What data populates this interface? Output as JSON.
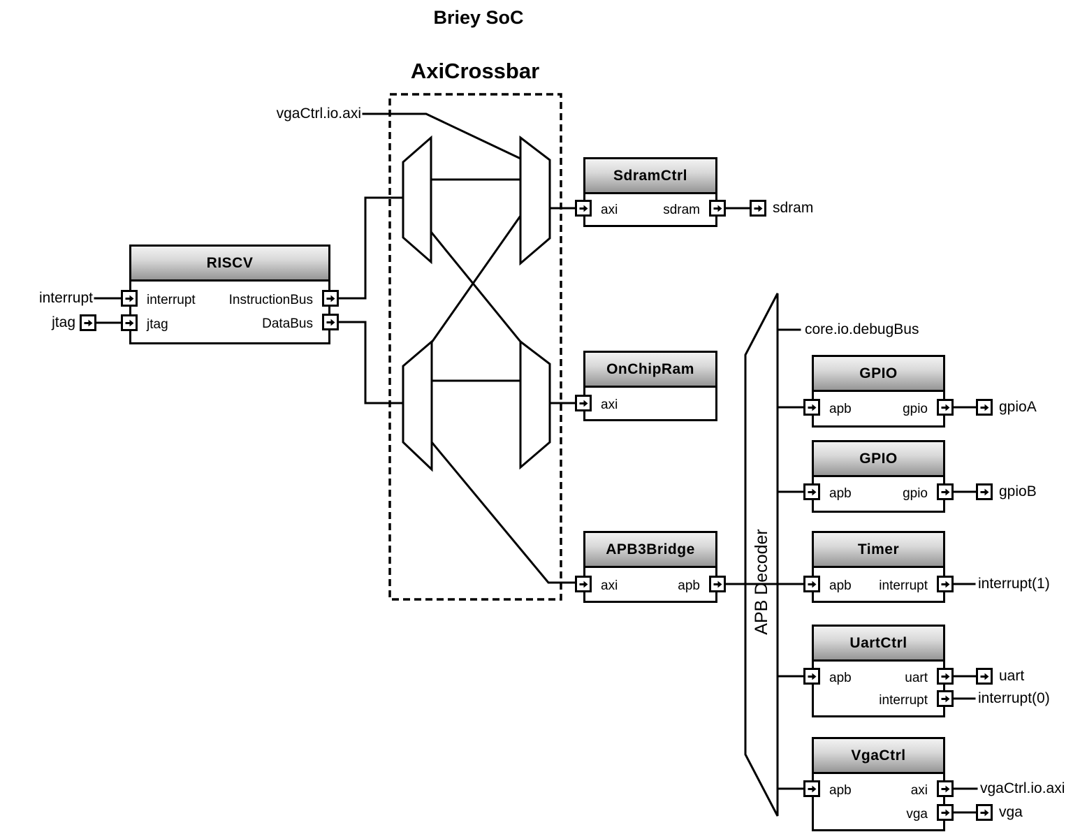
{
  "title": "Briey SoC",
  "crossbar": {
    "label": "AxiCrossbar"
  },
  "decoder": {
    "label": "APB Decoder"
  },
  "external": {
    "vga_axi_feed": "vgaCtrl.io.axi",
    "debug_bus": "core.io.debugBus",
    "cpu_interrupt": "interrupt",
    "jtag": "jtag",
    "sdram": "sdram",
    "gpioA": "gpioA",
    "gpioB": "gpioB",
    "interrupt1": "interrupt(1)",
    "uart": "uart",
    "interrupt0": "interrupt(0)",
    "vga_axi": "vgaCtrl.io.axi",
    "vga": "vga"
  },
  "blocks": {
    "riscv": {
      "title": "RISCV",
      "ports": {
        "interrupt": "interrupt",
        "jtag": "jtag",
        "instructionBus": "InstructionBus",
        "dataBus": "DataBus"
      }
    },
    "sdramCtrl": {
      "title": "SdramCtrl",
      "ports": {
        "axi": "axi",
        "sdram": "sdram"
      }
    },
    "onChipRam": {
      "title": "OnChipRam",
      "ports": {
        "axi": "axi"
      }
    },
    "apb3Bridge": {
      "title": "APB3Bridge",
      "ports": {
        "axi": "axi",
        "apb": "apb"
      }
    },
    "gpioA": {
      "title": "GPIO",
      "ports": {
        "apb": "apb",
        "gpio": "gpio"
      }
    },
    "gpioB": {
      "title": "GPIO",
      "ports": {
        "apb": "apb",
        "gpio": "gpio"
      }
    },
    "timer": {
      "title": "Timer",
      "ports": {
        "apb": "apb",
        "interrupt": "interrupt"
      }
    },
    "uartCtrl": {
      "title": "UartCtrl",
      "ports": {
        "apb": "apb",
        "uart": "uart",
        "interrupt": "interrupt"
      }
    },
    "vgaCtrl": {
      "title": "VgaCtrl",
      "ports": {
        "apb": "apb",
        "axi": "axi",
        "vga": "vga"
      }
    }
  },
  "colors": {
    "line": "#000000",
    "block_border": "#000000",
    "block_body": "#ffffff",
    "header_gradient_top": "#f2f2f2",
    "header_gradient_bottom": "#969696",
    "background": "#ffffff"
  }
}
